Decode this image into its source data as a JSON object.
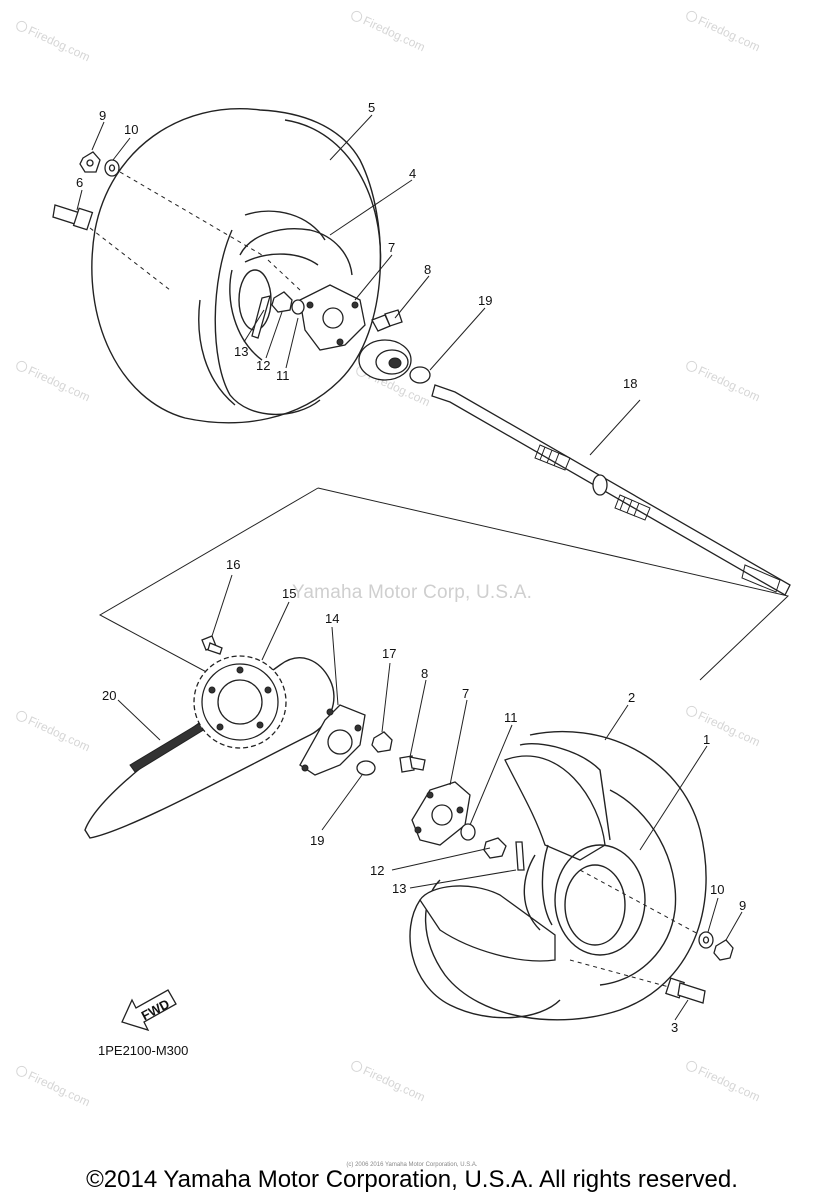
{
  "diagram_code": "1PE2100-M300",
  "fwd_label": "FWD",
  "corp_watermark": "Yamaha Motor Corp, U.S.A.",
  "watermark_text": "Firedog.com",
  "small_copyright": "(c) 2006 2016 Yamaha Motor Corporation, U.S.A.",
  "copyright": "©2014 Yamaha Motor Corporation, U.S.A. All rights reserved.",
  "callouts": {
    "top": {
      "c9": "9",
      "c10": "10",
      "c6": "6",
      "c5": "5",
      "c4": "4",
      "c7": "7",
      "c8": "8",
      "c19": "19",
      "c13": "13",
      "c12": "12",
      "c11": "11",
      "c18": "18"
    },
    "bottom": {
      "c16": "16",
      "c15": "15",
      "c14": "14",
      "c17": "17",
      "c8": "8",
      "c7": "7",
      "c2": "2",
      "c1": "1",
      "c20": "20",
      "c11": "11",
      "c19": "19",
      "c12": "12",
      "c13": "13",
      "c10": "10",
      "c9": "9",
      "c3": "3"
    }
  }
}
